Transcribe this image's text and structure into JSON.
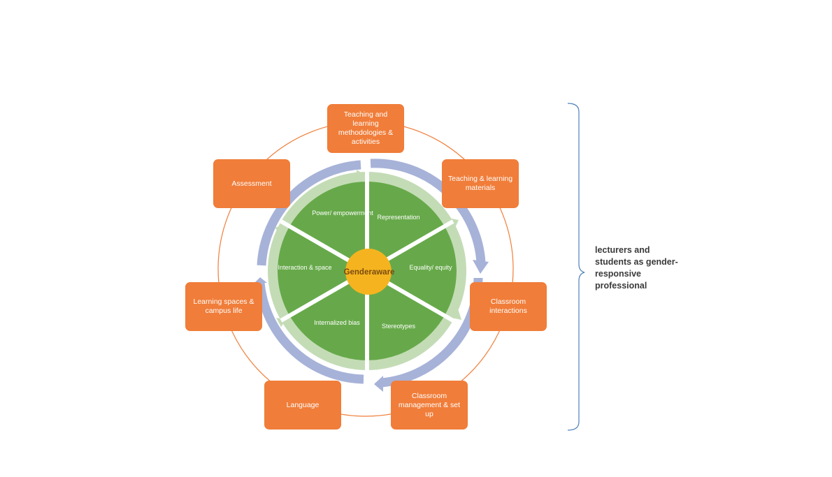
{
  "center": {
    "label": "Gender aware",
    "line1": "Gender",
    "line2": "aware"
  },
  "segments": [
    {
      "id": "power",
      "label": "Power/ empowerment"
    },
    {
      "id": "representation",
      "label": "Representation"
    },
    {
      "id": "equality",
      "label": "Equality/ equity"
    },
    {
      "id": "stereotypes",
      "label": "Stereotypes"
    },
    {
      "id": "bias",
      "label": "Internalized bias"
    },
    {
      "id": "interaction",
      "label": "Interaction & space"
    }
  ],
  "outer_boxes": [
    {
      "id": "teaching-methods",
      "label": "Teaching and learning methodologies & activities"
    },
    {
      "id": "teaching-materials",
      "label": "Teaching & learning materials"
    },
    {
      "id": "classroom-interactions",
      "label": "Classroom interactions"
    },
    {
      "id": "classroom-management",
      "label": "Classroom management & set up"
    },
    {
      "id": "language",
      "label": "Language"
    },
    {
      "id": "learning-spaces",
      "label": "Learning spaces & campus life"
    },
    {
      "id": "assessment",
      "label": "Assessment"
    }
  ],
  "side_note": "lecturers and students as gender-responsive professional",
  "colors": {
    "orange": "#f07d39",
    "green": "#67a94a",
    "light_green": "#c4dcb6",
    "lavender": "#a7b2d8",
    "yellow": "#f5b41f",
    "bracket": "#4f7fb8"
  }
}
